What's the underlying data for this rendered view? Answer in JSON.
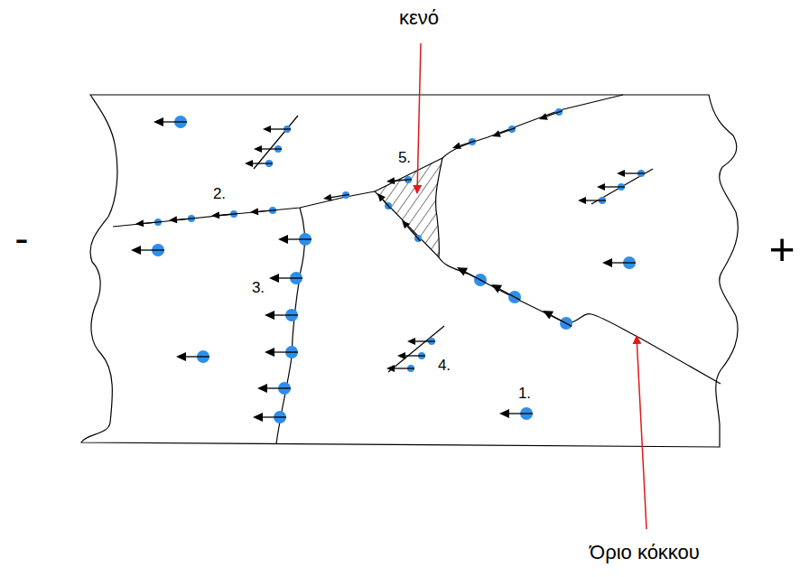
{
  "diagram": {
    "labels": [
      "κενό",
      "-",
      "+",
      "5.",
      "2.",
      "3.",
      "4.",
      "1.",
      "Όριο κόκκου"
    ]
  }
}
